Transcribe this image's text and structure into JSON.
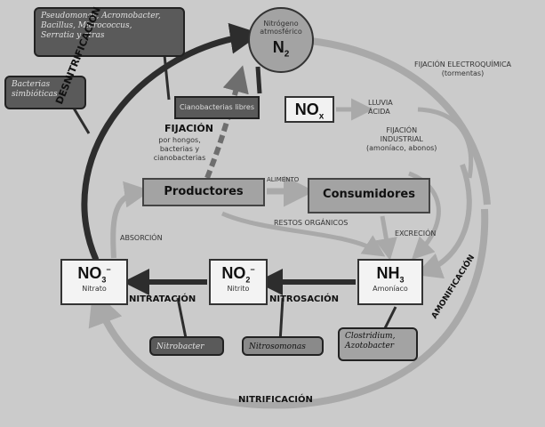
{
  "nodes": {
    "n2": {
      "label": "Nitrógeno atmosférico",
      "formula": "N",
      "sub": "2"
    },
    "nox": {
      "formula": "NO",
      "sub": "x"
    },
    "productores": "Productores",
    "consumidores": "Consumidores",
    "no3": {
      "formula": "NO",
      "sub": "3",
      "sup": "−",
      "name": "Nitrato"
    },
    "no2": {
      "formula": "NO",
      "sub": "2",
      "sup": "−",
      "name": "Nitrito"
    },
    "nh3": {
      "formula": "NH",
      "sub": "3",
      "name": "Amoníaco"
    },
    "upper_box": "Cianobacterias libres"
  },
  "notes": {
    "denit_bacteria": [
      "Pseudomonas, Acromobacter,",
      "Bacillus, Micrococcus,",
      "Serratia y otras"
    ],
    "simbioticas": [
      "Bacterias",
      "simbióticas"
    ],
    "nitrobacter": "Nitrobacter",
    "nitrosomonas": "Nitrosomonas",
    "amon_bacteria": [
      "Clostridium,",
      "Azotobacter"
    ]
  },
  "labels": {
    "desnitrificacion": "DESNITRIFICACIÓN",
    "fijacion": "FIJACIÓN",
    "fijacion_sub": [
      "por hongos,",
      "bacterias y",
      "cianobacterias"
    ],
    "fijacion_electro": "FIJACIÓN ELECTROQUÍMICA",
    "tormentas": "(tormentas)",
    "lluvia": [
      "LLUVIA",
      "ÁCIDA"
    ],
    "fijacion_ind": [
      "FIJACIÓN",
      "INDUSTRIAL",
      "(amoníaco, abonos)"
    ],
    "alimento": "ALIMENTO",
    "restos": "RESTOS ORGÁNICOS",
    "excrecion": "EXCRECIÓN",
    "absorcion": "ABSORCIÓN",
    "nitratacion": "NITRATACIÓN",
    "nitrosacion": "NITROSACIÓN",
    "amonificacion": "AMONIFICACIÓN",
    "nitrificacion": "NITRIFICACIÓN"
  },
  "colors": {
    "background": "#cbcbcb",
    "dark_arrow": "#2d2d2d",
    "light_arrow": "#a9a9a9",
    "node_fill": "#a3a3a3",
    "dark_note": "#5a5a5a"
  }
}
